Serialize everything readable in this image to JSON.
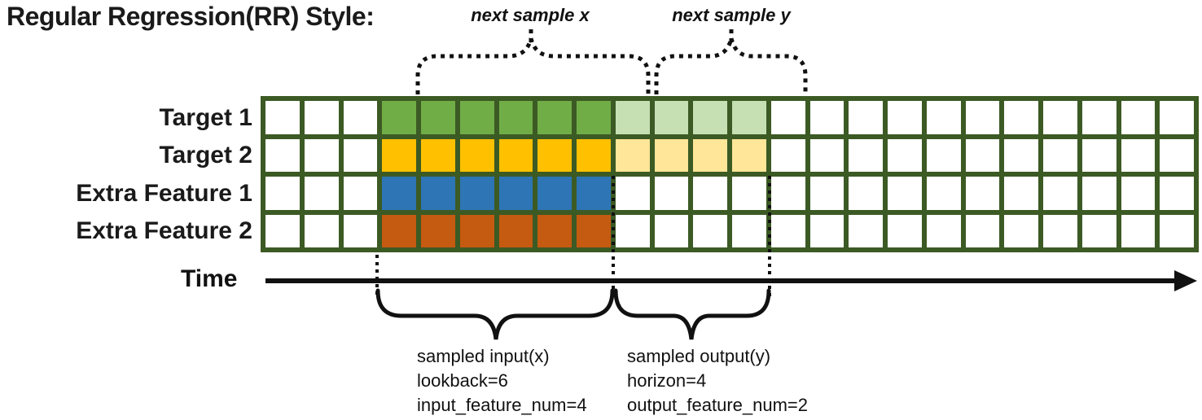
{
  "title": "Regular Regression(RR) Style:",
  "top_annotations": {
    "next_sample_x": "next sample x",
    "next_sample_y": "next sample y"
  },
  "time": {
    "label": "Time"
  },
  "grid": {
    "columns": 24,
    "line_color": "#3C5A24",
    "empty_cell_color": "#FFFFFF",
    "rows": [
      {
        "label": "Target 1",
        "segments": [
          {
            "start": 3,
            "count": 6,
            "color": "#70AD47"
          },
          {
            "start": 9,
            "count": 4,
            "color": "#C6E0B4"
          }
        ]
      },
      {
        "label": "Target 2",
        "segments": [
          {
            "start": 3,
            "count": 6,
            "color": "#FFC000"
          },
          {
            "start": 9,
            "count": 4,
            "color": "#FFE699"
          }
        ]
      },
      {
        "label": "Extra Feature 1",
        "segments": [
          {
            "start": 3,
            "count": 6,
            "color": "#2E75B6"
          }
        ]
      },
      {
        "label": "Extra Feature 2",
        "segments": [
          {
            "start": 3,
            "count": 6,
            "color": "#C55A11"
          }
        ]
      }
    ]
  },
  "bottom_annotations": {
    "input": {
      "title": "sampled input(x)",
      "lookback": "lookback=6",
      "feature_num": "input_feature_num=4"
    },
    "output": {
      "title": "sampled output(y)",
      "horizon": "horizon=4",
      "feature_num": "output_feature_num=2"
    }
  }
}
